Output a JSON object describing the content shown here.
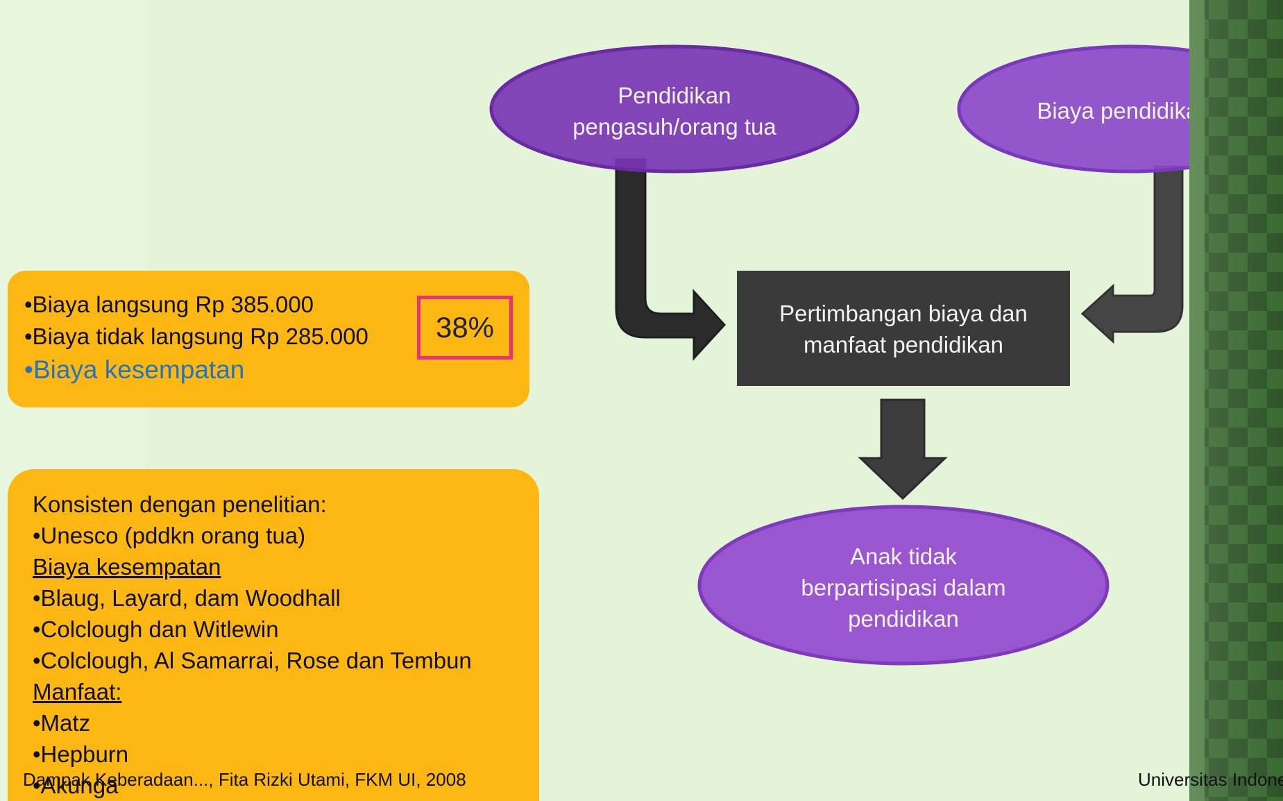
{
  "cost_box": {
    "line1": "•Biaya langsung Rp 385.000",
    "line2": "•Biaya tidak langsung Rp 285.000",
    "line3": "•Biaya kesempatan",
    "percent": "38%"
  },
  "studies_box": {
    "heading": "Konsisten dengan penelitian:",
    "item1": "•Unesco (pddkn orang tua)",
    "subheading1": "Biaya kesempatan",
    "item2": "•Blaug, Layard, dam Woodhall",
    "item3": "•Colclough dan Witlewin",
    "item4": "•Colclough, Al Samarrai, Rose dan Tembun",
    "subheading2": "Manfaat:",
    "item5": "•Matz",
    "item6": "•Hepburn",
    "item7": "•Akunga"
  },
  "diagram": {
    "node_parent_education_l1": "Pendidikan",
    "node_parent_education_l2": "pengasuh/orang tua",
    "node_education_cost": "Biaya pendidikan",
    "node_cost_benefit_l1": "Pertimbangan biaya dan",
    "node_cost_benefit_l2": "manfaat pendidikan",
    "node_child_outcome_l1": "Anak tidak",
    "node_child_outcome_l2": "berpartisipasi dalam",
    "node_child_outcome_l3": "pendidikan"
  },
  "footer": {
    "left": "Dampak Keberadaan..., Fita Rizki Utami, FKM UI, 2008",
    "right": "Universitas Indonesia"
  },
  "colors": {
    "background": "#e3f4d8",
    "box_orange": "#fdb713",
    "purple": "#8a48c8",
    "dark": "#3a3a3a",
    "highlight_border": "#e8337a",
    "link_blue": "#1f75bf",
    "right_strip": "#2f5429"
  }
}
